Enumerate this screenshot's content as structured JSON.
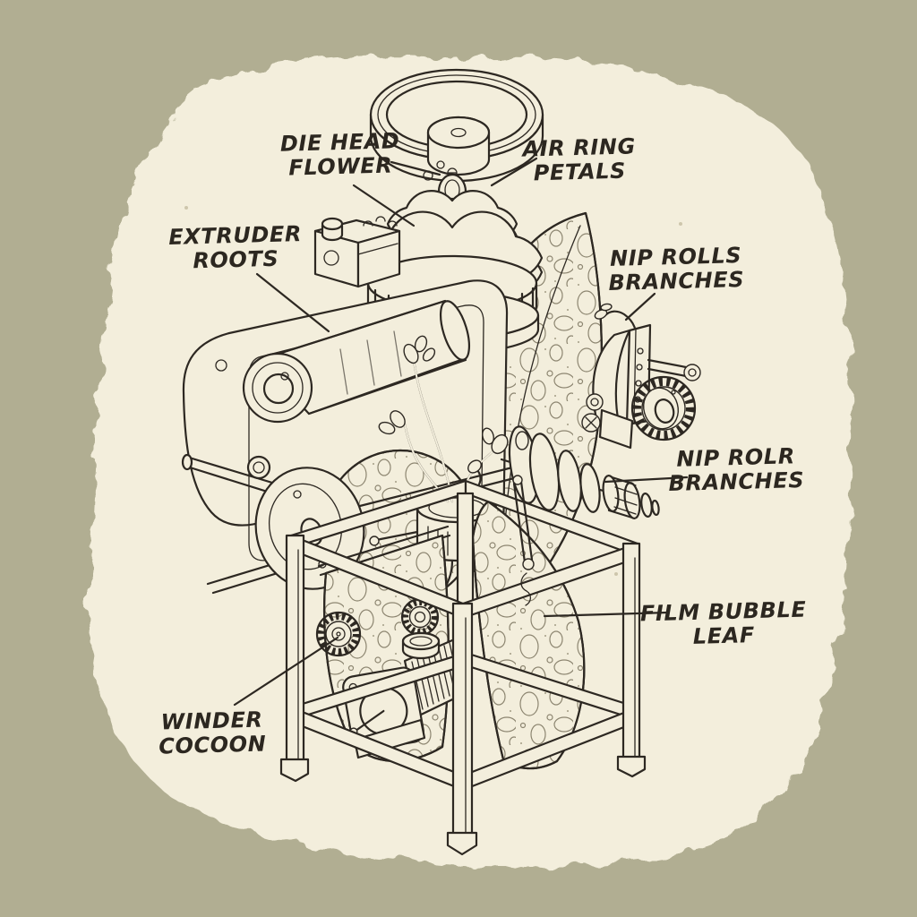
{
  "colors": {
    "background": "#b1ae92",
    "paper": "#f3eedc",
    "ink": "#2d2822",
    "texture_line": "#8c8570"
  },
  "diagram": {
    "style": "hand-drawn blown-film extrusion machine drawn as a plant",
    "labels": {
      "die_head": {
        "line1": "DIE HEAD",
        "line2": "FLOWER"
      },
      "air_ring": {
        "line1": "AIR RING",
        "line2": "PETALS"
      },
      "extruder": {
        "line1": "EXTRUDER",
        "line2": "ROOTS"
      },
      "nip_rolls_upper": {
        "line1": "NIP ROLLS",
        "line2": "BRANCHES"
      },
      "nip_rolls_lower": {
        "line1": "NIP ROLR",
        "line2": "BRANCHES"
      },
      "film_bubble": {
        "line1": "FILM BUBBLE",
        "line2": "LEAF"
      },
      "winder": {
        "line1": "WINDER",
        "line2": "COCOON"
      }
    }
  }
}
